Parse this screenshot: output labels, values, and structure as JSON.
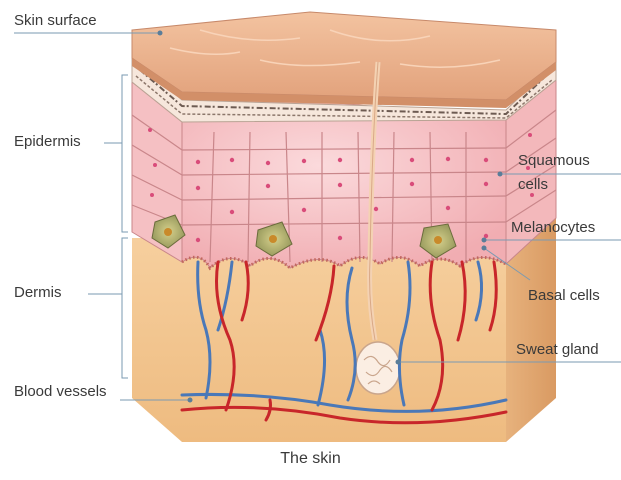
{
  "diagram": {
    "caption": "The skin",
    "labels": {
      "skin_surface": "Skin surface",
      "epidermis": "Epidermis",
      "dermis": "Dermis",
      "blood_vessels": "Blood vessels",
      "squamous_cells_line1": "Squamous",
      "squamous_cells_line2": "cells",
      "melanocytes": "Melanocytes",
      "basal_cells": "Basal cells",
      "sweat_gland": "Sweat gland"
    },
    "colors": {
      "surface": "#e9b08a",
      "epidermis_cells": "#f7c4c6",
      "cell_borders": "#c9868a",
      "dermis": "#f2c58d",
      "artery": "#c8262a",
      "vein": "#4a78b8",
      "leader_line": "#7a9ab2",
      "text": "#3a3a3a"
    }
  }
}
